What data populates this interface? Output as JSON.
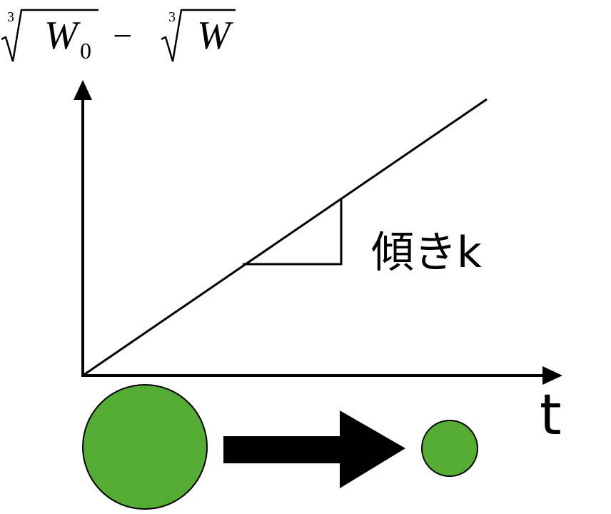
{
  "y_axis_label": {
    "root_index_1": "3",
    "radicand_1": "W",
    "radicand_1_subscript": "0",
    "operator": "−",
    "root_index_2": "3",
    "radicand_2": "W"
  },
  "x_axis_label": "t",
  "slope_label": "傾きk",
  "colors": {
    "line": "#000000",
    "particle_fill": "#55ac33",
    "arrow": "#000000"
  },
  "icons": {
    "large_particle": "circle",
    "small_particle": "circle",
    "shrink_arrow": "right-arrow"
  }
}
